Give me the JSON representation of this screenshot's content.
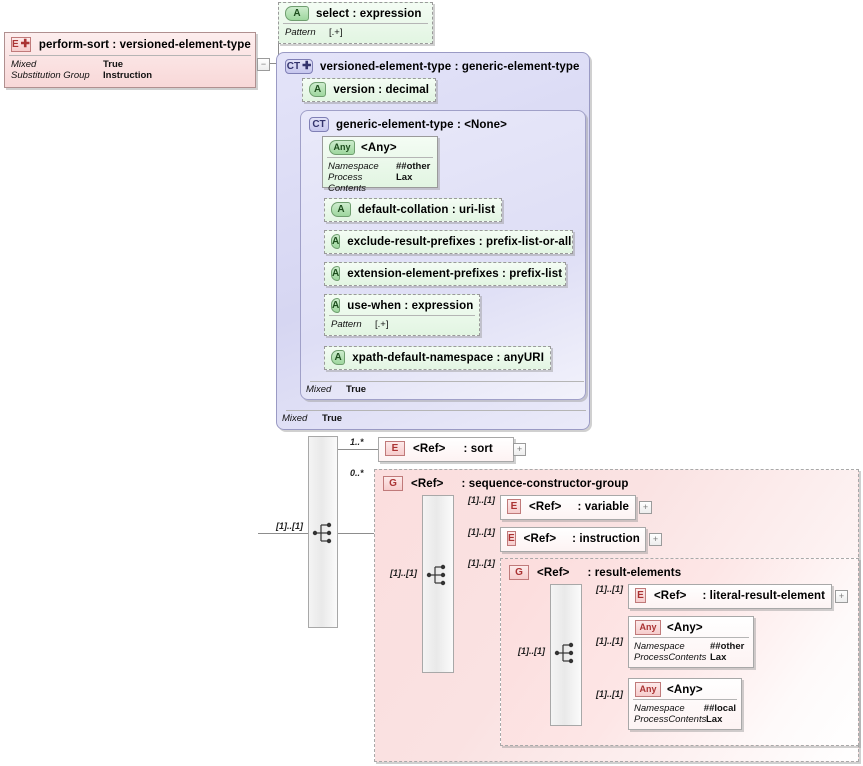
{
  "diagram": {
    "type": "xsd-schema-diagram",
    "root_element": {
      "badge": "E",
      "badge_icon": "element-plus-icon",
      "name": "perform-sort : versioned-element-type",
      "properties": [
        {
          "key": "Mixed",
          "value": "True"
        },
        {
          "key": "Substitution Group",
          "value": "Instruction"
        }
      ]
    },
    "attributes_top": {
      "badge": "A",
      "name": "select   : expression",
      "properties": [
        {
          "key": "Pattern",
          "value": "[.+]"
        }
      ]
    },
    "complex_type": {
      "badge": "CT",
      "badge_icon": "complextype-plus-icon",
      "name": "versioned-element-type : generic-element-type",
      "version_attr": {
        "badge": "A",
        "name": "version   : decimal"
      },
      "inner": {
        "badge": "CT",
        "badge_icon": "complextype-icon",
        "name": "generic-element-type : <None>",
        "any": {
          "badge": "Any",
          "name": "<Any>",
          "properties": [
            {
              "key": "Namespace",
              "value": "##other"
            },
            {
              "key": "Process Contents",
              "value": "Lax"
            }
          ]
        },
        "attributes": [
          {
            "badge": "A",
            "name": "default-collation : uri-list",
            "properties": []
          },
          {
            "badge": "A",
            "name": "exclude-result-prefixes : prefix-list-or-all",
            "properties": []
          },
          {
            "badge": "A",
            "name": "extension-element-prefixes : prefix-list",
            "properties": []
          },
          {
            "badge": "A",
            "name": "use-when : expression",
            "properties": [
              {
                "key": "Pattern",
                "value": "[.+]"
              }
            ]
          },
          {
            "badge": "A",
            "name": "xpath-default-namespace : anyURI",
            "properties": []
          }
        ],
        "footer": {
          "key": "Mixed",
          "value": "True"
        }
      },
      "footer": {
        "key": "Mixed",
        "value": "True"
      }
    },
    "content_model": {
      "connector": "sequence-icon",
      "connector_cardinality": "[1]..[1]",
      "children": [
        {
          "kind": "element-ref",
          "badge": "E",
          "ref": "<Ref>",
          "name": ": sort",
          "cardinality": "1..*",
          "expander": "+"
        },
        {
          "kind": "group-ref",
          "badge": "G",
          "ref": "<Ref>",
          "name": ": sequence-constructor-group",
          "cardinality": "0..*",
          "connector": "sequence-icon",
          "connector_cardinality": "[1]..[1]",
          "children": [
            {
              "kind": "element-ref",
              "badge": "E",
              "ref": "<Ref>",
              "name": ": variable",
              "cardinality": "[1]..[1]",
              "expander": "+"
            },
            {
              "kind": "element-ref",
              "badge": "E",
              "ref": "<Ref>",
              "name": ": instruction",
              "cardinality": "[1]..[1]",
              "expander": "+"
            },
            {
              "kind": "group-ref",
              "badge": "G",
              "ref": "<Ref>",
              "name": ": result-elements",
              "cardinality": "[1]..[1]",
              "connector": "sequence-icon",
              "connector_cardinality": "[1]..[1]",
              "children": [
                {
                  "kind": "element-ref",
                  "badge": "E",
                  "ref": "<Ref>",
                  "name": ": literal-result-element",
                  "cardinality": "[1]..[1]",
                  "expander": "+"
                },
                {
                  "kind": "any",
                  "badge": "Any",
                  "name": "<Any>",
                  "cardinality": "[1]..[1]",
                  "properties": [
                    {
                      "key": "Namespace",
                      "value": "##other"
                    },
                    {
                      "key": "ProcessContents",
                      "value": "Lax"
                    }
                  ]
                },
                {
                  "kind": "any",
                  "badge": "Any",
                  "name": "<Any>",
                  "cardinality": "[1]..[1]",
                  "properties": [
                    {
                      "key": "Namespace",
                      "value": "##local"
                    },
                    {
                      "key": "ProcessContents",
                      "value": "Lax"
                    }
                  ]
                }
              ]
            }
          ]
        }
      ]
    },
    "root_expander": "−",
    "colors": {
      "element_pink": "#f8d8d8",
      "attribute_green": "#e2f5e2",
      "complextype_violet": "#d6d6f2",
      "group_pink": "#fbdede",
      "line_gray": "#8d8d8d"
    }
  }
}
